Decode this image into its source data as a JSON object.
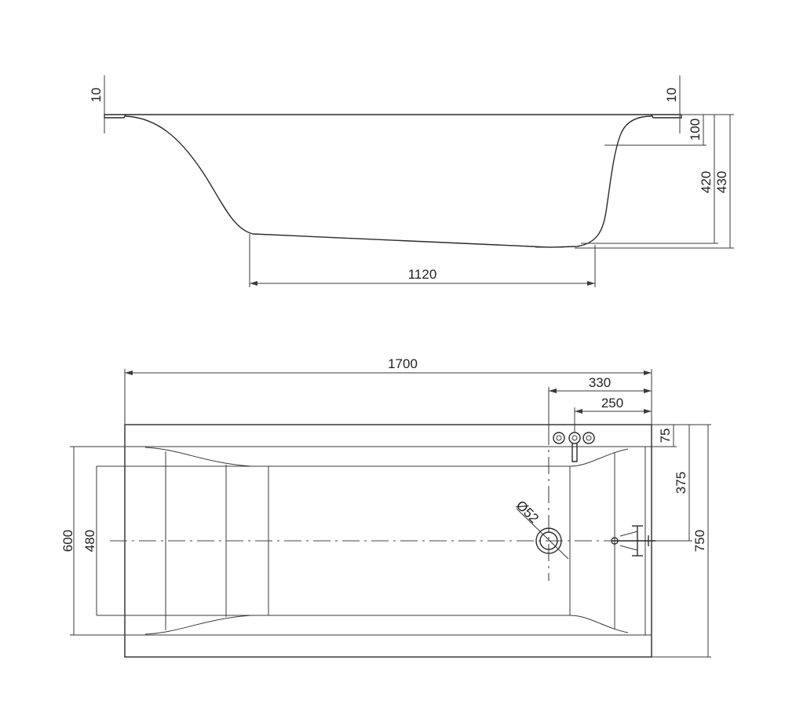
{
  "side_view": {
    "top_left_rim": "10",
    "top_right_rim": "10",
    "rim_height": "100",
    "inner_depth": "420",
    "total_height": "430",
    "bottom_length": "1120"
  },
  "top_view": {
    "total_length": "1700",
    "tap_offset": "330",
    "drain_offset": "250",
    "tap_rim": "75",
    "half_width": "375",
    "total_width": "750",
    "inner_width": "600",
    "bottom_width": "480",
    "drain_diameter": "Ø52"
  }
}
